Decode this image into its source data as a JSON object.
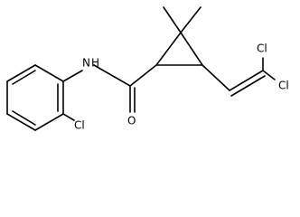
{
  "structure": {
    "atoms": {
      "nh": "N",
      "h": "H",
      "o": "O",
      "cl_aryl": "Cl",
      "cl_vinyl_top": "Cl",
      "cl_vinyl_right": "Cl"
    },
    "colors": {
      "bond": "#000000",
      "label": "#000000",
      "background": "#ffffff"
    }
  }
}
